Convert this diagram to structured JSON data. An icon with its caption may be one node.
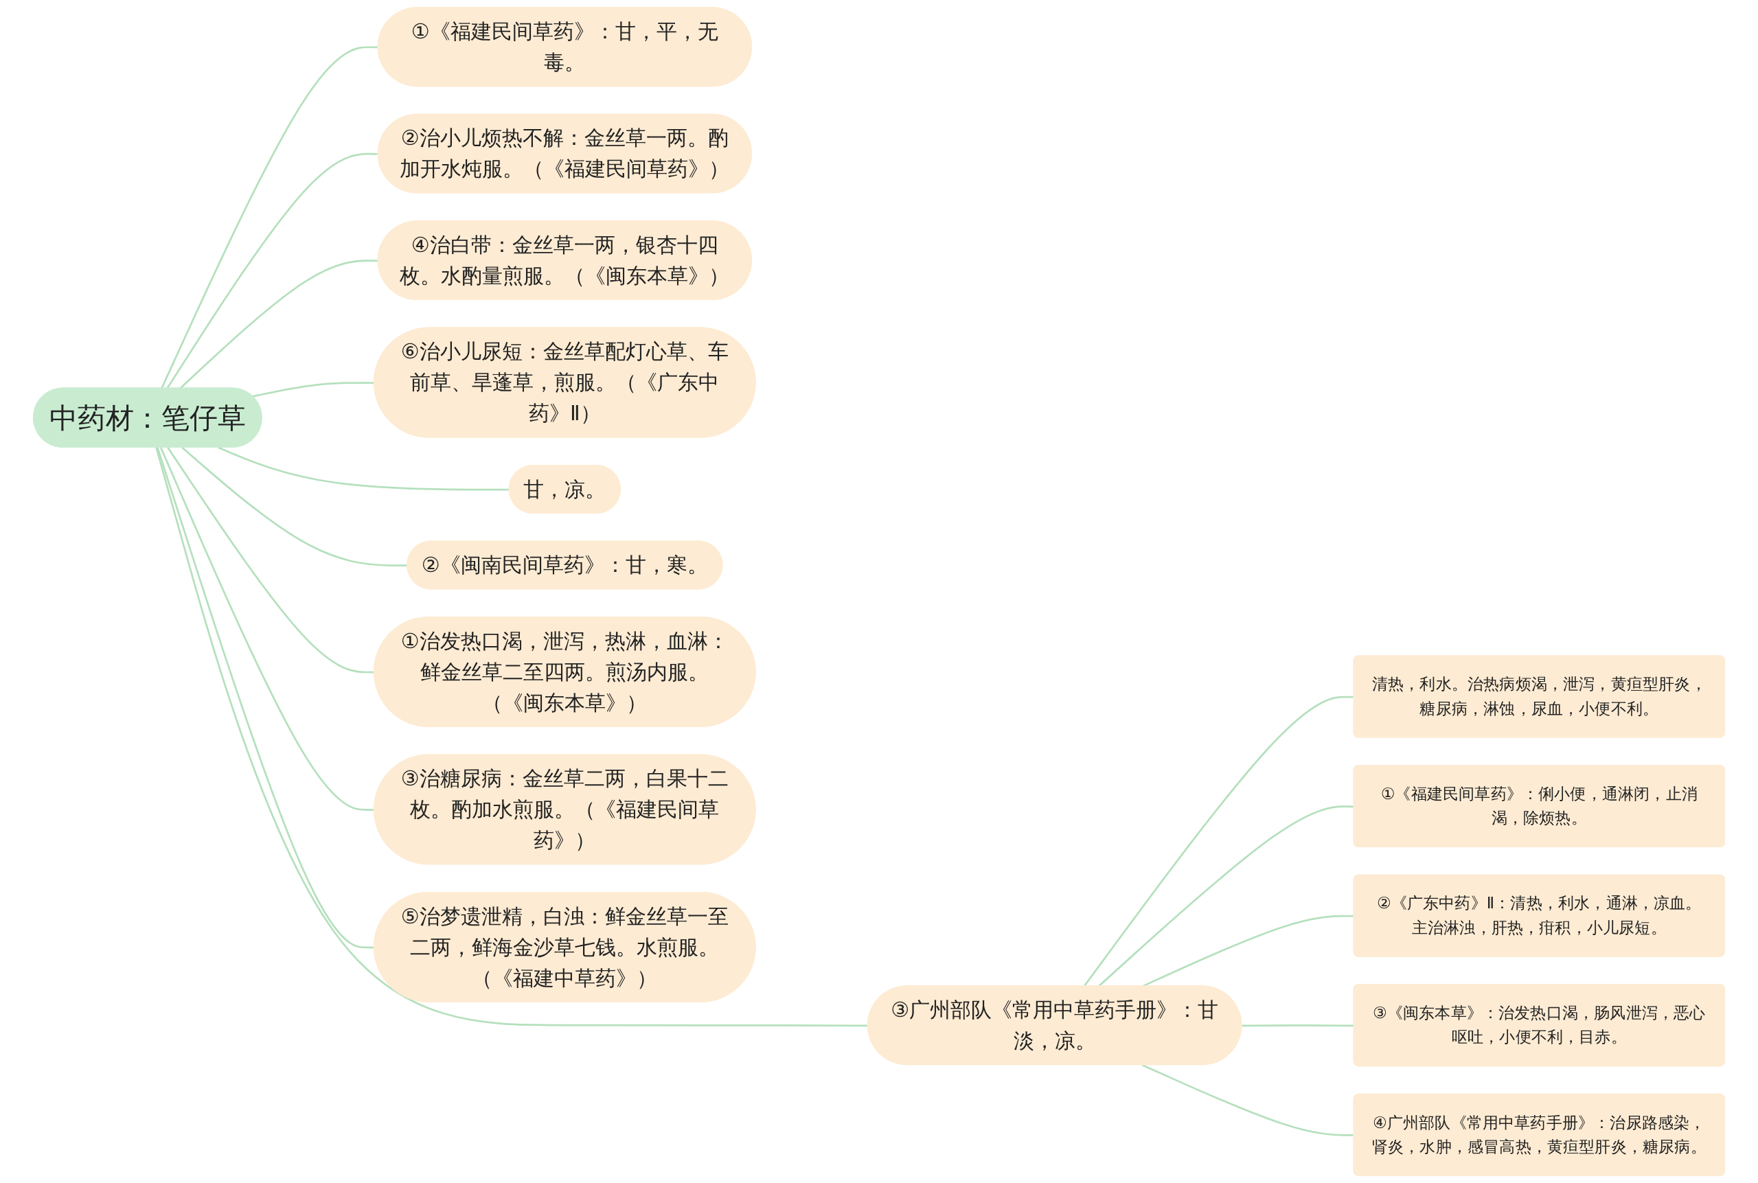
{
  "diagram": {
    "nodes": [
      {
        "text": [
          "中药材：笔仔草"
        ]
      },
      {
        "text": [
          "①《福建民间草药》：甘，平，无毒。"
        ]
      },
      {
        "text": [
          "③广州部队《常用中草药手册》：甘淡，凉。"
        ]
      },
      {
        "text": [
          "清热，利水。治热病烦渴，泄泻，黄疸型肝炎，糖尿病，淋蚀，尿血，小便不利。"
        ]
      },
      {
        "text": [
          "①《福建民间草药》：俐小便，通淋闭，止消渴，除烦热。"
        ]
      },
      {
        "text": [
          "②《广东中药》Ⅱ：清热，利水，通淋，凉血。主治淋浊，肝热，疳积，小儿尿短。"
        ]
      },
      {
        "text": [
          "③《闽东本草》：治发热口渴，肠风泄泻，恶心呕吐，小便不利，目赤。"
        ]
      },
      {
        "text": [
          "④广州部队《常用中草药手册》：治尿路感染，肾炎，水肿，感冒高热，黄疸型肝炎，糖尿病。"
        ]
      },
      {
        "text": [
          "②治小儿烦热不解：金丝草一两。酌加开水炖服。（《福建民间草药》）"
        ]
      },
      {
        "text": [
          "④治白带：金丝草一两，银杏十四枚。水酌量煎服。（《闽东本草》）"
        ]
      },
      {
        "text": [
          "⑥治小儿尿短：金丝草配灯心草、车前草、旱蓬草，煎服。（《广东中药》Ⅱ）"
        ]
      },
      {
        "text": [
          "甘，凉。"
        ]
      },
      {
        "text": [
          "②《闽南民间草药》：甘，寒。"
        ]
      },
      {
        "text": [
          "①治发热口渴，泄泻，热淋，血淋：鲜金丝草二至四两。煎汤内服。（《闽东本草》）"
        ]
      },
      {
        "text": [
          "③治糖尿病：金丝草二两，白果十二枚。酌加水煎服。（《福建民间草药》）"
        ]
      },
      {
        "text": [
          "⑤治梦遗泄精，白浊：鲜金丝草一至二两，鲜海金沙草七钱。水煎服。（《福建中草药》）"
        ]
      }
    ],
    "edges": [
      {
        "from": 0,
        "to": 1,
        "arrow": "none"
      },
      {
        "from": 0,
        "to": 2,
        "arrow": "none"
      },
      {
        "from": 2,
        "to": 3,
        "arrow": "none"
      },
      {
        "from": 2,
        "to": 4,
        "arrow": "none"
      },
      {
        "from": 2,
        "to": 5,
        "arrow": "none"
      },
      {
        "from": 2,
        "to": 6,
        "arrow": "none"
      },
      {
        "from": 2,
        "to": 7,
        "arrow": "none"
      },
      {
        "from": 0,
        "to": 8,
        "arrow": "none"
      },
      {
        "from": 0,
        "to": 9,
        "arrow": "none"
      },
      {
        "from": 0,
        "to": 10,
        "arrow": "none"
      },
      {
        "from": 0,
        "to": 11,
        "arrow": "none"
      },
      {
        "from": 0,
        "to": 12,
        "arrow": "none"
      },
      {
        "from": 0,
        "to": 13,
        "arrow": "none"
      },
      {
        "from": 0,
        "to": 14,
        "arrow": "none"
      },
      {
        "from": 0,
        "to": 15,
        "arrow": "none"
      }
    ]
  }
}
